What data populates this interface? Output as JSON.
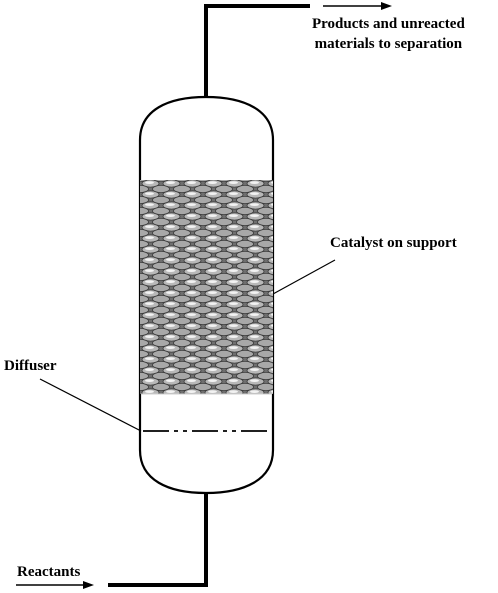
{
  "labels": {
    "products_line1": "Products and unreacted",
    "products_line2": "materials to separation",
    "catalyst": "Catalyst on support",
    "diffuser": "Diffuser",
    "reactants": "Reactants"
  },
  "colors": {
    "line": "#000000",
    "catalyst_fill": "#7a7a7a",
    "catalyst_pellet": "#ffffff",
    "background": "#ffffff"
  }
}
